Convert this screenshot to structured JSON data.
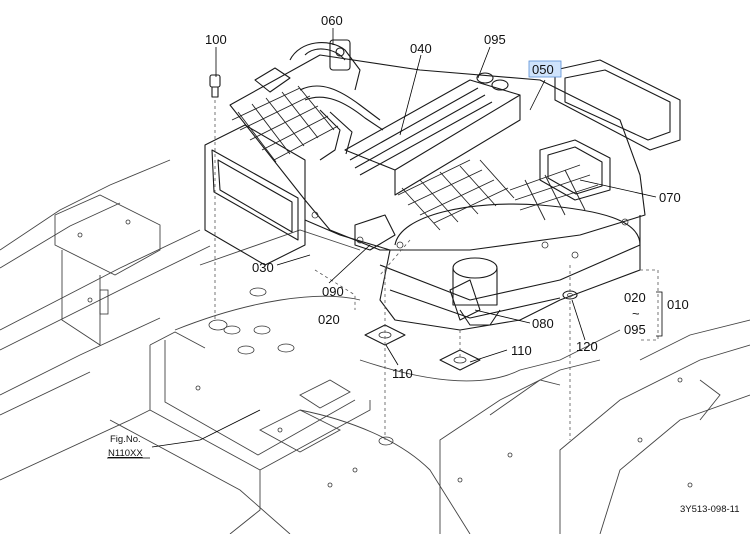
{
  "diagram": {
    "part_labels": {
      "p100": "100",
      "p060": "060",
      "p040": "040",
      "p095_top": "095",
      "p050": "050",
      "p070": "070",
      "p030": "030",
      "p090": "090",
      "p020_left": "020",
      "p080": "080",
      "p020_right": "020",
      "tilde": "~",
      "p095_right": "095",
      "p010": "010",
      "p120": "120",
      "p110_left": "110",
      "p110_right": "110"
    },
    "highlighted_part": "050",
    "figure_ref": {
      "line1": "Fig.No.",
      "line2": "N110XX"
    },
    "drawing_code": "3Y513-098-11",
    "highlight_color": "#cfe3fb"
  }
}
